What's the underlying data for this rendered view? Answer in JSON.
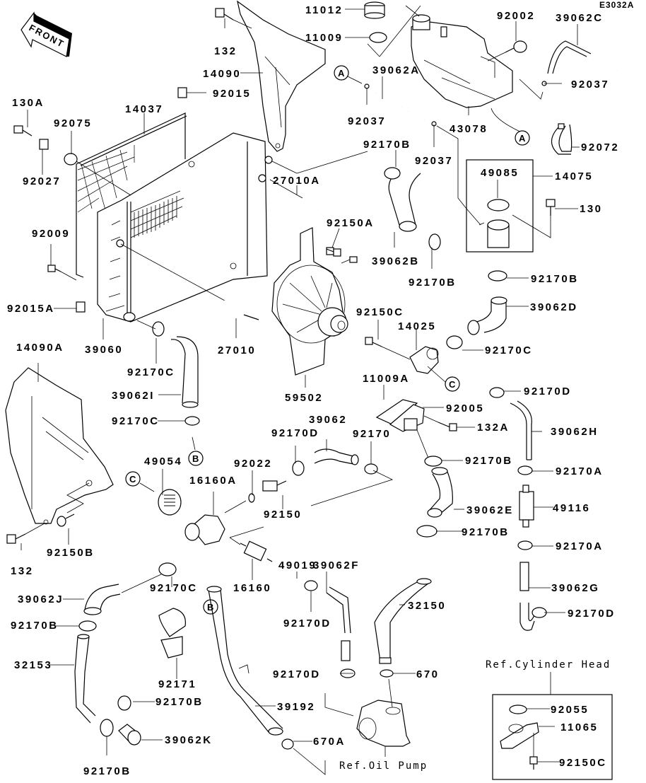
{
  "diagram": {
    "code": "E3032A",
    "front_label": "FRONT",
    "ref_labels": {
      "cylinder_head": "Ref.Cylinder Head",
      "oil_pump": "Ref.Oil Pump"
    },
    "reference_marks": {
      "A": "A",
      "B": "B",
      "C": "C"
    },
    "parts": [
      {
        "id": "p11012",
        "label": "11012"
      },
      {
        "id": "p11009",
        "label": "11009"
      },
      {
        "id": "p92002",
        "label": "92002"
      },
      {
        "id": "p39062C",
        "label": "39062C"
      },
      {
        "id": "p132_top",
        "label": "132"
      },
      {
        "id": "p14090",
        "label": "14090"
      },
      {
        "id": "p92015",
        "label": "92015"
      },
      {
        "id": "p39062A",
        "label": "39062A"
      },
      {
        "id": "p92037_a",
        "label": "92037"
      },
      {
        "id": "p92037_b",
        "label": "92037"
      },
      {
        "id": "p92037_c",
        "label": "92037"
      },
      {
        "id": "p43078",
        "label": "43078"
      },
      {
        "id": "p92072",
        "label": "92072"
      },
      {
        "id": "p130A",
        "label": "130A"
      },
      {
        "id": "p92075",
        "label": "92075"
      },
      {
        "id": "p14037",
        "label": "14037"
      },
      {
        "id": "p92027",
        "label": "92027"
      },
      {
        "id": "p92170B_1",
        "label": "92170B"
      },
      {
        "id": "p27010A",
        "label": "27010A"
      },
      {
        "id": "p49085",
        "label": "49085"
      },
      {
        "id": "p14075",
        "label": "14075"
      },
      {
        "id": "p130",
        "label": "130"
      },
      {
        "id": "p92009",
        "label": "92009"
      },
      {
        "id": "p92150A",
        "label": "92150A"
      },
      {
        "id": "p39062B",
        "label": "39062B"
      },
      {
        "id": "p92170B_2",
        "label": "92170B"
      },
      {
        "id": "p92170B_3",
        "label": "92170B"
      },
      {
        "id": "p92015A",
        "label": "92015A"
      },
      {
        "id": "p39062D",
        "label": "39062D"
      },
      {
        "id": "p39060",
        "label": "39060"
      },
      {
        "id": "p27010",
        "label": "27010"
      },
      {
        "id": "p92150C_1",
        "label": "92150C"
      },
      {
        "id": "p14025",
        "label": "14025"
      },
      {
        "id": "p92170C_1",
        "label": "92170C"
      },
      {
        "id": "p14090A",
        "label": "14090A"
      },
      {
        "id": "p92170C_2",
        "label": "92170C"
      },
      {
        "id": "p39062I",
        "label": "39062I"
      },
      {
        "id": "p59502",
        "label": "59502"
      },
      {
        "id": "p11009A",
        "label": "11009A"
      },
      {
        "id": "p92170D_1",
        "label": "92170D"
      },
      {
        "id": "p92005",
        "label": "92005"
      },
      {
        "id": "p92170C_3",
        "label": "92170C"
      },
      {
        "id": "p39062",
        "label": "39062"
      },
      {
        "id": "p92170D_2",
        "label": "92170D"
      },
      {
        "id": "p92170",
        "label": "92170"
      },
      {
        "id": "p132A",
        "label": "132A"
      },
      {
        "id": "p39062H",
        "label": "39062H"
      },
      {
        "id": "p49054",
        "label": "49054"
      },
      {
        "id": "p92022",
        "label": "92022"
      },
      {
        "id": "p16160A",
        "label": "16160A"
      },
      {
        "id": "p92170B_4",
        "label": "92170B"
      },
      {
        "id": "p92170A_1",
        "label": "92170A"
      },
      {
        "id": "p92150",
        "label": "92150"
      },
      {
        "id": "p39062E",
        "label": "39062E"
      },
      {
        "id": "p49116",
        "label": "49116"
      },
      {
        "id": "p132_bottom",
        "label": "132"
      },
      {
        "id": "p92150B",
        "label": "92150B"
      },
      {
        "id": "p92170B_5",
        "label": "92170B"
      },
      {
        "id": "p92170A_2",
        "label": "92170A"
      },
      {
        "id": "p49019",
        "label": "49019"
      },
      {
        "id": "p39062F",
        "label": "39062F"
      },
      {
        "id": "p92170C_4",
        "label": "92170C"
      },
      {
        "id": "p16160",
        "label": "16160"
      },
      {
        "id": "p39062J",
        "label": "39062J"
      },
      {
        "id": "p92170D_3",
        "label": "92170D"
      },
      {
        "id": "p32150",
        "label": "32150"
      },
      {
        "id": "p39062G",
        "label": "39062G"
      },
      {
        "id": "p92170B_6",
        "label": "92170B"
      },
      {
        "id": "p92170D_4",
        "label": "92170D"
      },
      {
        "id": "p32153",
        "label": "32153"
      },
      {
        "id": "p92171",
        "label": "92171"
      },
      {
        "id": "p92170D_5",
        "label": "92170D"
      },
      {
        "id": "p670",
        "label": "670"
      },
      {
        "id": "p92170B_7",
        "label": "92170B"
      },
      {
        "id": "p39192",
        "label": "39192"
      },
      {
        "id": "p92055",
        "label": "92055"
      },
      {
        "id": "p11065",
        "label": "11065"
      },
      {
        "id": "p39062K",
        "label": "39062K"
      },
      {
        "id": "p670A",
        "label": "670A"
      },
      {
        "id": "p92150C_2",
        "label": "92150C"
      },
      {
        "id": "p92170B_8",
        "label": "92170B"
      }
    ]
  }
}
